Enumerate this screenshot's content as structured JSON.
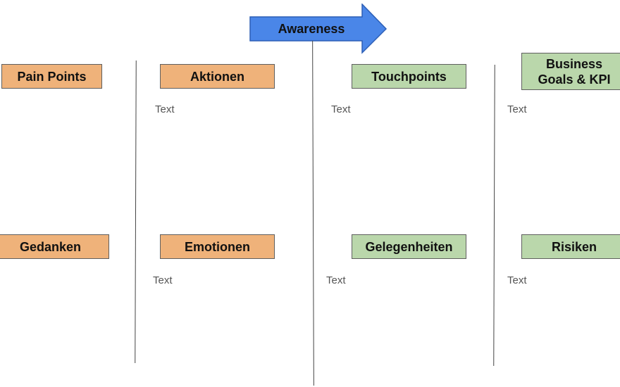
{
  "stage": {
    "label": "Awareness",
    "color": "#4a86e8"
  },
  "boxes": {
    "pain_points": "Pain Points",
    "aktionen": "Aktionen",
    "touchpoints": "Touchpoints",
    "business_line1": "Business",
    "business_line2": "Goals & KPI",
    "gedanken": "Gedanken",
    "emotionen": "Emotionen",
    "gelegenheiten": "Gelegenheiten",
    "risiken": "Risiken"
  },
  "colors": {
    "orange": "#efb27a",
    "green": "#bad7ab"
  },
  "placeholder_text": "Text"
}
